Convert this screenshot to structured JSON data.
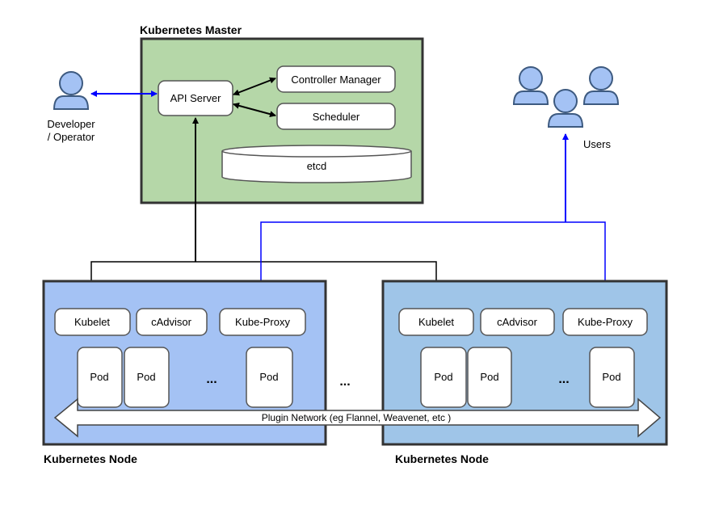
{
  "master": {
    "title": "Kubernetes Master",
    "api_server": "API Server",
    "controller_manager": "Controller Manager",
    "scheduler": "Scheduler",
    "etcd": "etcd"
  },
  "developer": {
    "line1": "Developer",
    "line2": "/ Operator"
  },
  "users": {
    "label": "Users"
  },
  "node_left": {
    "title": "Kubernetes Node",
    "kubelet": "Kubelet",
    "cadvisor": "cAdvisor",
    "kube_proxy": "Kube-Proxy",
    "pods": [
      "Pod",
      "Pod",
      "Pod"
    ],
    "ellipsis": "..."
  },
  "node_right": {
    "title": "Kubernetes Node",
    "kubelet": "Kubelet",
    "cadvisor": "cAdvisor",
    "kube_proxy": "Kube-Proxy",
    "pods": [
      "Pod",
      "Pod",
      "Pod"
    ],
    "ellipsis": "..."
  },
  "between_nodes": "...",
  "network": {
    "label": "Plugin Network (eg Flannel, Weavenet, etc )"
  },
  "colors": {
    "master_fill": "#b5d7a8",
    "node_left_fill": "#a4c2f4",
    "node_right_fill": "#9fc5e8",
    "connector_blue": "#0000ff",
    "connector_black": "#000000"
  }
}
